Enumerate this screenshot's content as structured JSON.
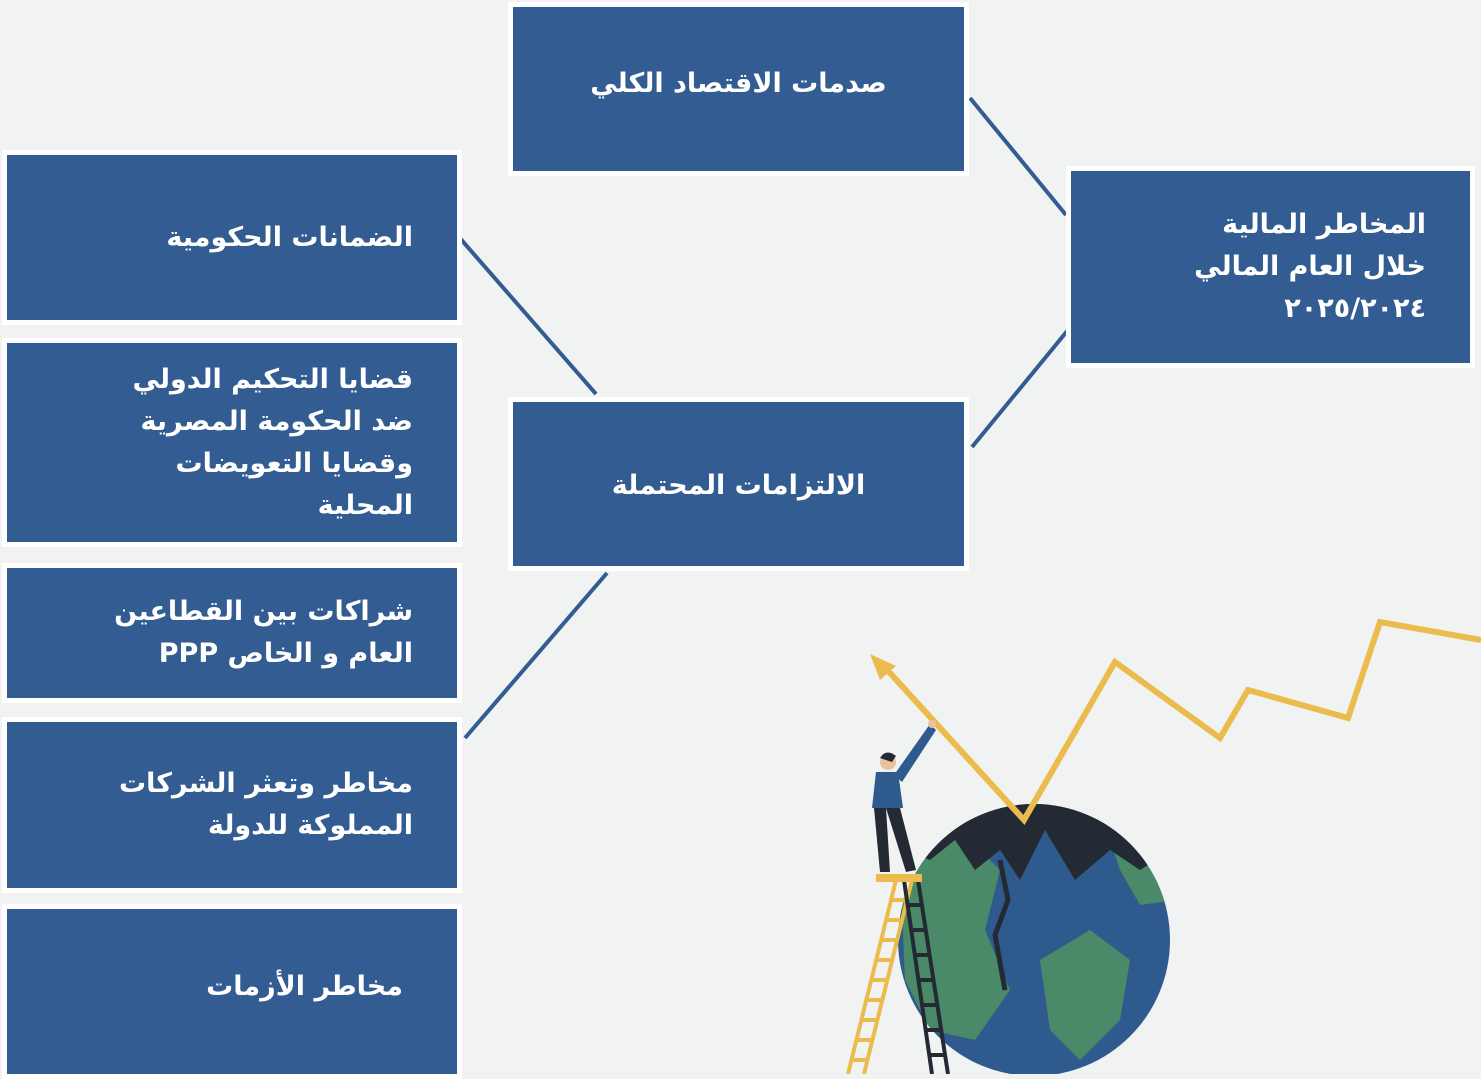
{
  "colors": {
    "background": "#f1f2f2",
    "box_fill": "#325c92",
    "box_border": "#ffffff",
    "connector": "#325c92",
    "trend_line": "#ecbb4d"
  },
  "root": {
    "lines": [
      "المخاطر المالية",
      "خلال العام المالي",
      "٢٠٢٥/٢٠٢٤"
    ]
  },
  "macro_shocks": {
    "label": "صدمات الاقتصاد الكلي"
  },
  "contingent": {
    "label": "الالتزامات المحتملة"
  },
  "contingent_children": [
    {
      "lines": [
        "الضمانات الحكومية"
      ]
    },
    {
      "lines": [
        "قضايا التحكيم الدولي",
        "ضد الحكومة المصرية",
        "وقضايا التعويضات",
        "المحلية"
      ]
    },
    {
      "lines": [
        "شراكات بين القطاعين",
        "العام  و الخاص PPP"
      ]
    },
    {
      "lines": [
        "مخاطر وتعثر الشركات",
        "المملوكة للدولة"
      ]
    }
  ],
  "crisis": {
    "label": "مخاطر الأزمات"
  },
  "illustration": {
    "subject": "person-on-ladder-pushing-arrow-globe"
  }
}
